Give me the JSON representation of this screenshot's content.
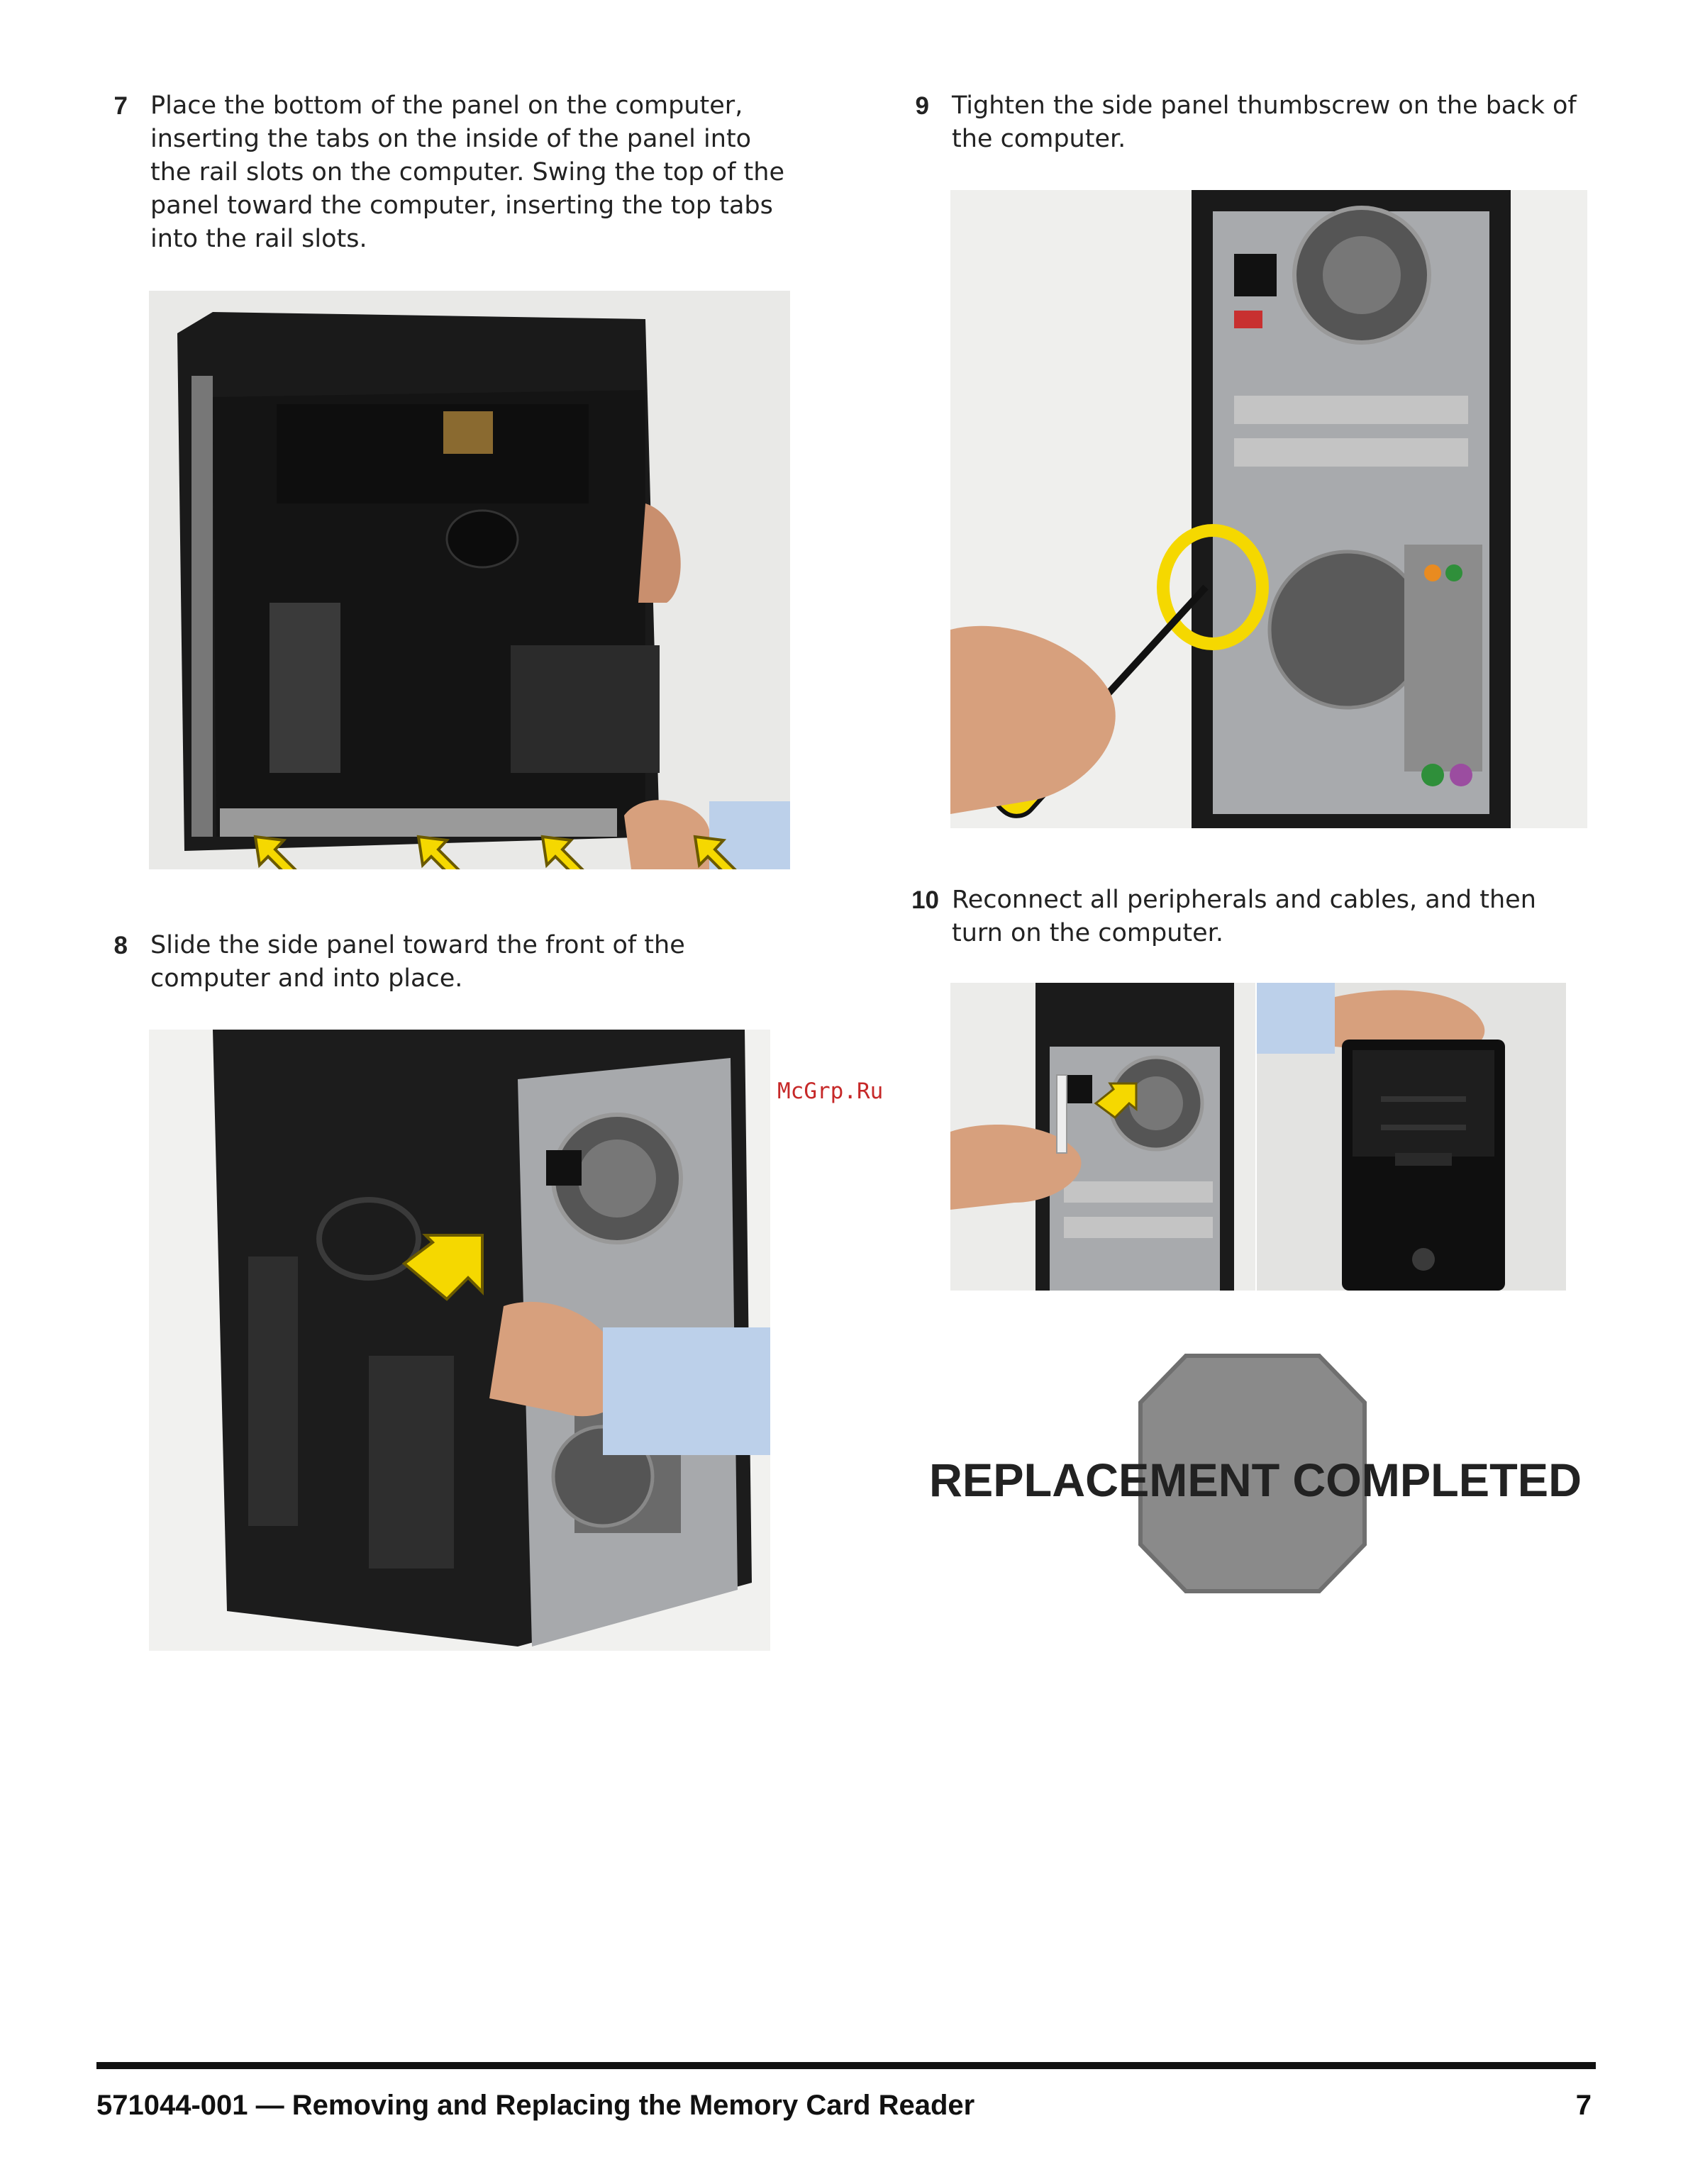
{
  "steps": [
    {
      "number": "7",
      "text": "Place the bottom of the panel on the computer, inserting the tabs on the inside of the panel into the rail slots on the computer. Swing the top of the panel toward the computer, inserting the top tabs into the rail slots."
    },
    {
      "number": "8",
      "text": "Slide the side panel toward the front of the computer and into place."
    },
    {
      "number": "9",
      "text": "Tighten the side panel thumbscrew on the back of the computer."
    },
    {
      "number": "10",
      "text": "Reconnect all peripherals and cables, and then turn on the computer."
    }
  ],
  "watermark": "McGrp.Ru",
  "stop_sign": {
    "text": "REPLACEMENT COMPLETED"
  },
  "footer": {
    "title": "571044-001 — Removing and Replacing the Memory Card Reader",
    "page": "7"
  },
  "colors": {
    "accent_arrow": "#f5d800",
    "stop_sign_gray": "#8a8a8a"
  }
}
